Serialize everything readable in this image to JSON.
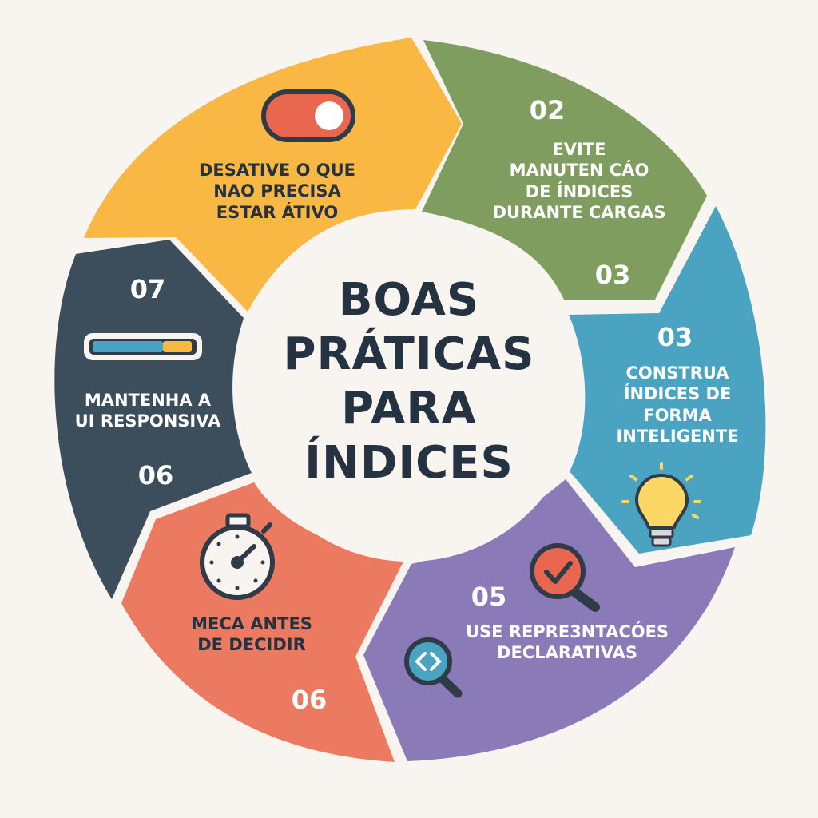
{
  "title_lines": [
    "BOAS",
    "PRÁTICAS",
    "PARA",
    "ÍNDICES"
  ],
  "colors": {
    "background": "#f8f4ef",
    "yellow": "#f8b843",
    "green": "#7e9d5f",
    "blue": "#4aa3c0",
    "purple": "#8a7bb8",
    "orange": "#ec7a60",
    "navy": "#3c4d5c",
    "dark_text": "#243241",
    "white_text": "#ffffff"
  },
  "segments": {
    "yellow": {
      "label_lines": [
        "DESATIVE O QUE",
        "NAO PRECISA",
        "ESTAR ÁTIVO"
      ],
      "icon": "toggle-switch-icon"
    },
    "green": {
      "number_top": "02",
      "label_lines": [
        "EVITE",
        "MANUTEN CÁO",
        "DE ÍNDICES",
        "DURANTE CARGAS"
      ],
      "number_bottom": "03"
    },
    "blue": {
      "number": "03",
      "label_lines": [
        "CONSTRUA",
        "ÍNDICES DE",
        "FORMA",
        "INTELIGENTE"
      ],
      "icon": "lightbulb-icon"
    },
    "purple": {
      "number": "05",
      "label_lines": [
        "USE REPRE3NTACÓES",
        "DECLARATIVAS"
      ],
      "icons": [
        "magnifier-check-icon",
        "magnifier-code-icon"
      ]
    },
    "orange": {
      "label_lines": [
        "MECA ANTES",
        "DE DECIDIR"
      ],
      "number": "06",
      "icon": "stopwatch-icon"
    },
    "navy": {
      "number_top": "07",
      "label_lines": [
        "MANTENHA A",
        "UI RESPONSIVA"
      ],
      "number_bottom": "06",
      "icon": "progress-bar-icon"
    }
  }
}
